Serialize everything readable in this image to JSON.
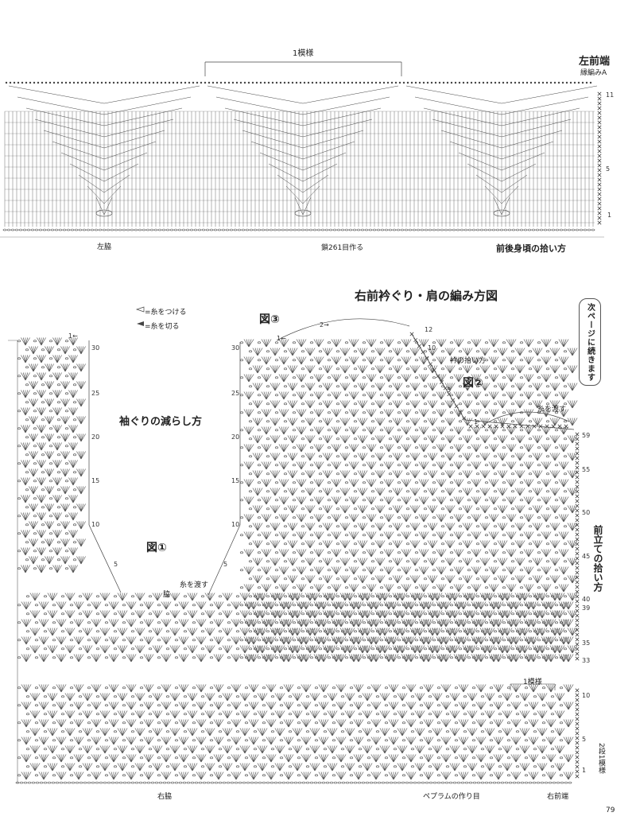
{
  "top": {
    "repeat_label": "1模様",
    "left_front_edge": "左前端",
    "edging": "縁編みA",
    "left_side": "左脇",
    "chain_note": "鎖261目作る",
    "pickup_note": "前後身頃の拾い方",
    "row_numbers": [
      "11",
      "5",
      "1"
    ]
  },
  "main": {
    "title": "右前衿ぐり・肩の編み方図",
    "legend_attach": "=糸をつける",
    "legend_cut": "=糸を切る",
    "fig1": "図①",
    "fig2": "図②",
    "fig3": "図③",
    "armhole_label": "袖ぐりの減らし方",
    "collar_pickup": "衿の拾い方",
    "pass_yarn_1": "糸を渡す",
    "pass_yarn_2": "糸を渡す",
    "side": "脇",
    "front_band_pickup": "前立ての拾い方",
    "next_page": "次ページに続きます",
    "repeat_label_bottom": "1模様",
    "two_rows_one_repeat": "2段1模様",
    "right_side": "右脇",
    "peplum_base": "ペプラムの作り目",
    "right_front_edge": "右前端",
    "step_1": "1←",
    "step_2": "2→",
    "left_rows": [
      "30",
      "25",
      "20",
      "15",
      "10",
      "5"
    ],
    "mid_rows": [
      "30",
      "25",
      "20",
      "15",
      "10",
      "5"
    ],
    "neck_rows": [
      "12",
      "10",
      "5",
      "1"
    ],
    "right_rows": [
      "59",
      "55",
      "50",
      "45",
      "40",
      "39",
      "35",
      "33"
    ],
    "bottom_rows": [
      "10",
      "5",
      "1"
    ],
    "page_number": "79"
  }
}
